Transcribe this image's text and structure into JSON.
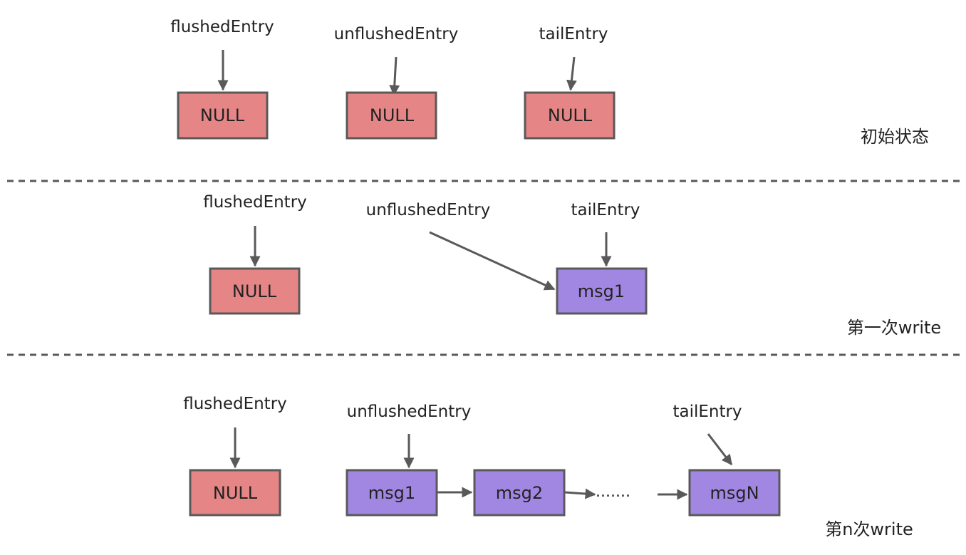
{
  "colors": {
    "null_fill": "#e58585",
    "msg_fill": "#a287e2",
    "stroke": "#595959",
    "divider": "#595959"
  },
  "sections": [
    {
      "caption": "初始状态",
      "labels": {
        "flushed": "flushedEntry",
        "unflushed": "unflushedEntry",
        "tail": "tailEntry"
      },
      "boxes": [
        "NULL",
        "NULL",
        "NULL"
      ]
    },
    {
      "caption": "第一次write",
      "labels": {
        "flushed": "flushedEntry",
        "unflushed": "unflushedEntry",
        "tail": "tailEntry"
      },
      "boxes": [
        "NULL",
        "msg1"
      ]
    },
    {
      "caption": "第n次write",
      "labels": {
        "flushed": "flushedEntry",
        "unflushed": "unflushedEntry",
        "tail": "tailEntry"
      },
      "boxes": [
        "NULL",
        "msg1",
        "msg2",
        "msgN"
      ],
      "ellipsis": "......."
    }
  ]
}
